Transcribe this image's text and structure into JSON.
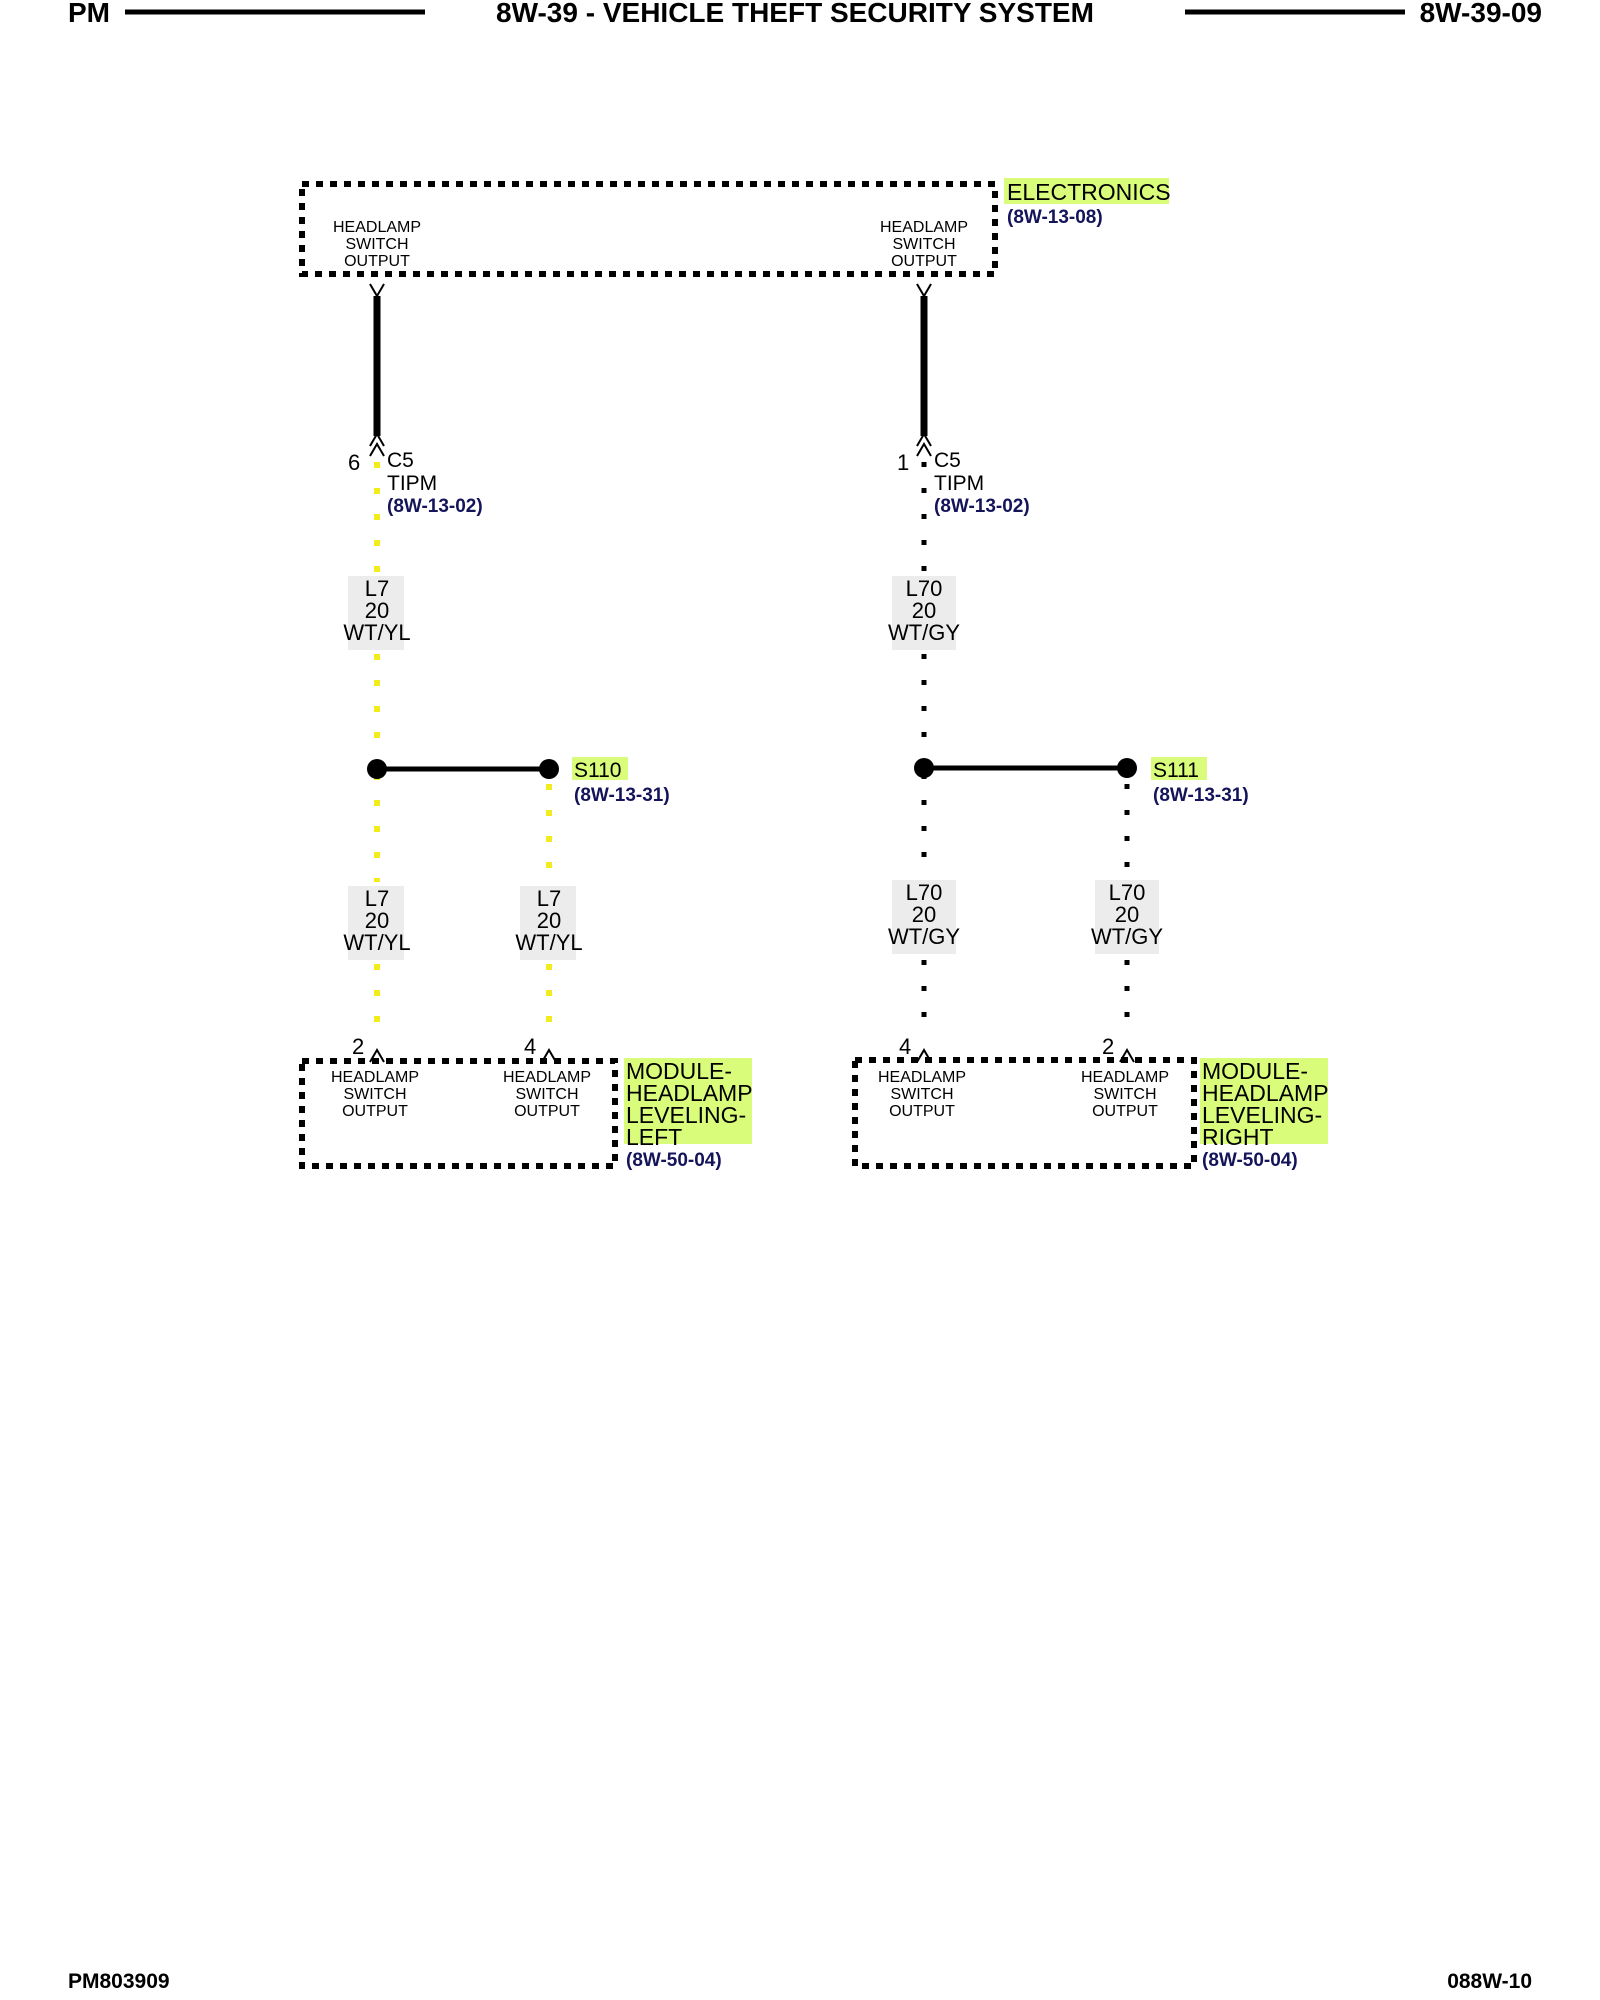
{
  "header": {
    "left": "PM",
    "title": "8W-39 - VEHICLE THEFT SECURITY SYSTEM",
    "right": "8W-39-09"
  },
  "footer": {
    "left": "PM803909",
    "right": "088W-10"
  },
  "colors": {
    "highlight": "#d9fc7a",
    "wire_yellow": "#f2ec1c",
    "wire_black": "#000000",
    "ref_text": "#14145a",
    "label_bg": "#ececec"
  },
  "electronics": {
    "name": "ELECTRONICS",
    "ref": "(8W-13-08)",
    "left_output": [
      "HEADLAMP",
      "SWITCH",
      "OUTPUT"
    ],
    "right_output": [
      "HEADLAMP",
      "SWITCH",
      "OUTPUT"
    ]
  },
  "tipm_left": {
    "pin": "6",
    "connector": "C5",
    "name": "TIPM",
    "ref": "(8W-13-02)"
  },
  "tipm_right": {
    "pin": "1",
    "connector": "C5",
    "name": "TIPM",
    "ref": "(8W-13-02)"
  },
  "wires": {
    "left_upper": {
      "circuit": "L7",
      "gauge": "20",
      "color": "WT/YL"
    },
    "left_lower_a": {
      "circuit": "L7",
      "gauge": "20",
      "color": "WT/YL"
    },
    "left_lower_b": {
      "circuit": "L7",
      "gauge": "20",
      "color": "WT/YL"
    },
    "right_upper": {
      "circuit": "L70",
      "gauge": "20",
      "color": "WT/GY"
    },
    "right_lower_a": {
      "circuit": "L70",
      "gauge": "20",
      "color": "WT/GY"
    },
    "right_lower_b": {
      "circuit": "L70",
      "gauge": "20",
      "color": "WT/GY"
    }
  },
  "splices": {
    "left": {
      "name": "S110",
      "ref": "(8W-13-31)"
    },
    "right": {
      "name": "S111",
      "ref": "(8W-13-31)"
    }
  },
  "module_left": {
    "name": [
      "MODULE-",
      "HEADLAMP",
      "LEVELING-",
      "LEFT"
    ],
    "ref": "(8W-50-04)",
    "pin_a": "2",
    "pin_b": "4",
    "output_a": [
      "HEADLAMP",
      "SWITCH",
      "OUTPUT"
    ],
    "output_b": [
      "HEADLAMP",
      "SWITCH",
      "OUTPUT"
    ]
  },
  "module_right": {
    "name": [
      "MODULE-",
      "HEADLAMP",
      "LEVELING-",
      "RIGHT"
    ],
    "ref": "(8W-50-04)",
    "pin_a": "4",
    "pin_b": "2",
    "output_a": [
      "HEADLAMP",
      "SWITCH",
      "OUTPUT"
    ],
    "output_b": [
      "HEADLAMP",
      "SWITCH",
      "OUTPUT"
    ]
  }
}
